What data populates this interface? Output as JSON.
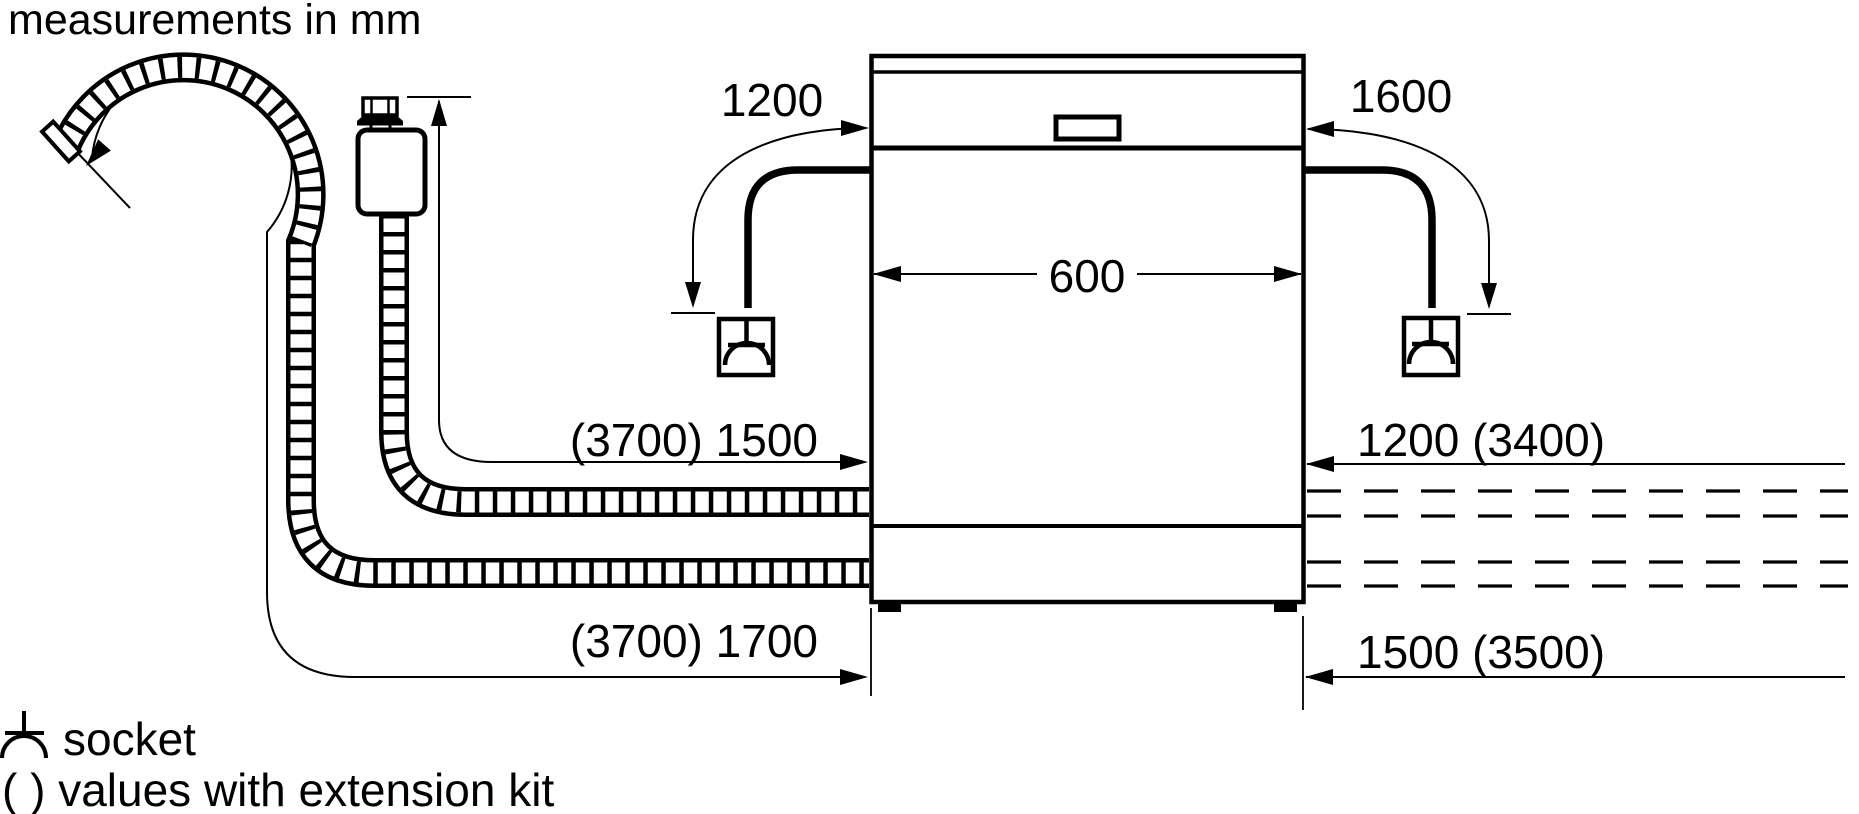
{
  "title": "measurements in mm",
  "colors": {
    "line": "#000000",
    "background": "#ffffff"
  },
  "appliance": {
    "type": "dishwasher-front-view",
    "width_label": "600"
  },
  "dimensions": {
    "power_cord_left": "1200",
    "power_cord_right": "1600",
    "appliance_width": "600",
    "supply_hose_top": "(3700) 1500",
    "right_top": "1200 (3400)",
    "drain_hose_bottom": "(3700) 1700",
    "right_bottom": "1500 (3500)"
  },
  "legend": {
    "socket_symbol": "socket-icon",
    "socket_label": "socket",
    "extension_note": "( ) values with extension kit"
  }
}
